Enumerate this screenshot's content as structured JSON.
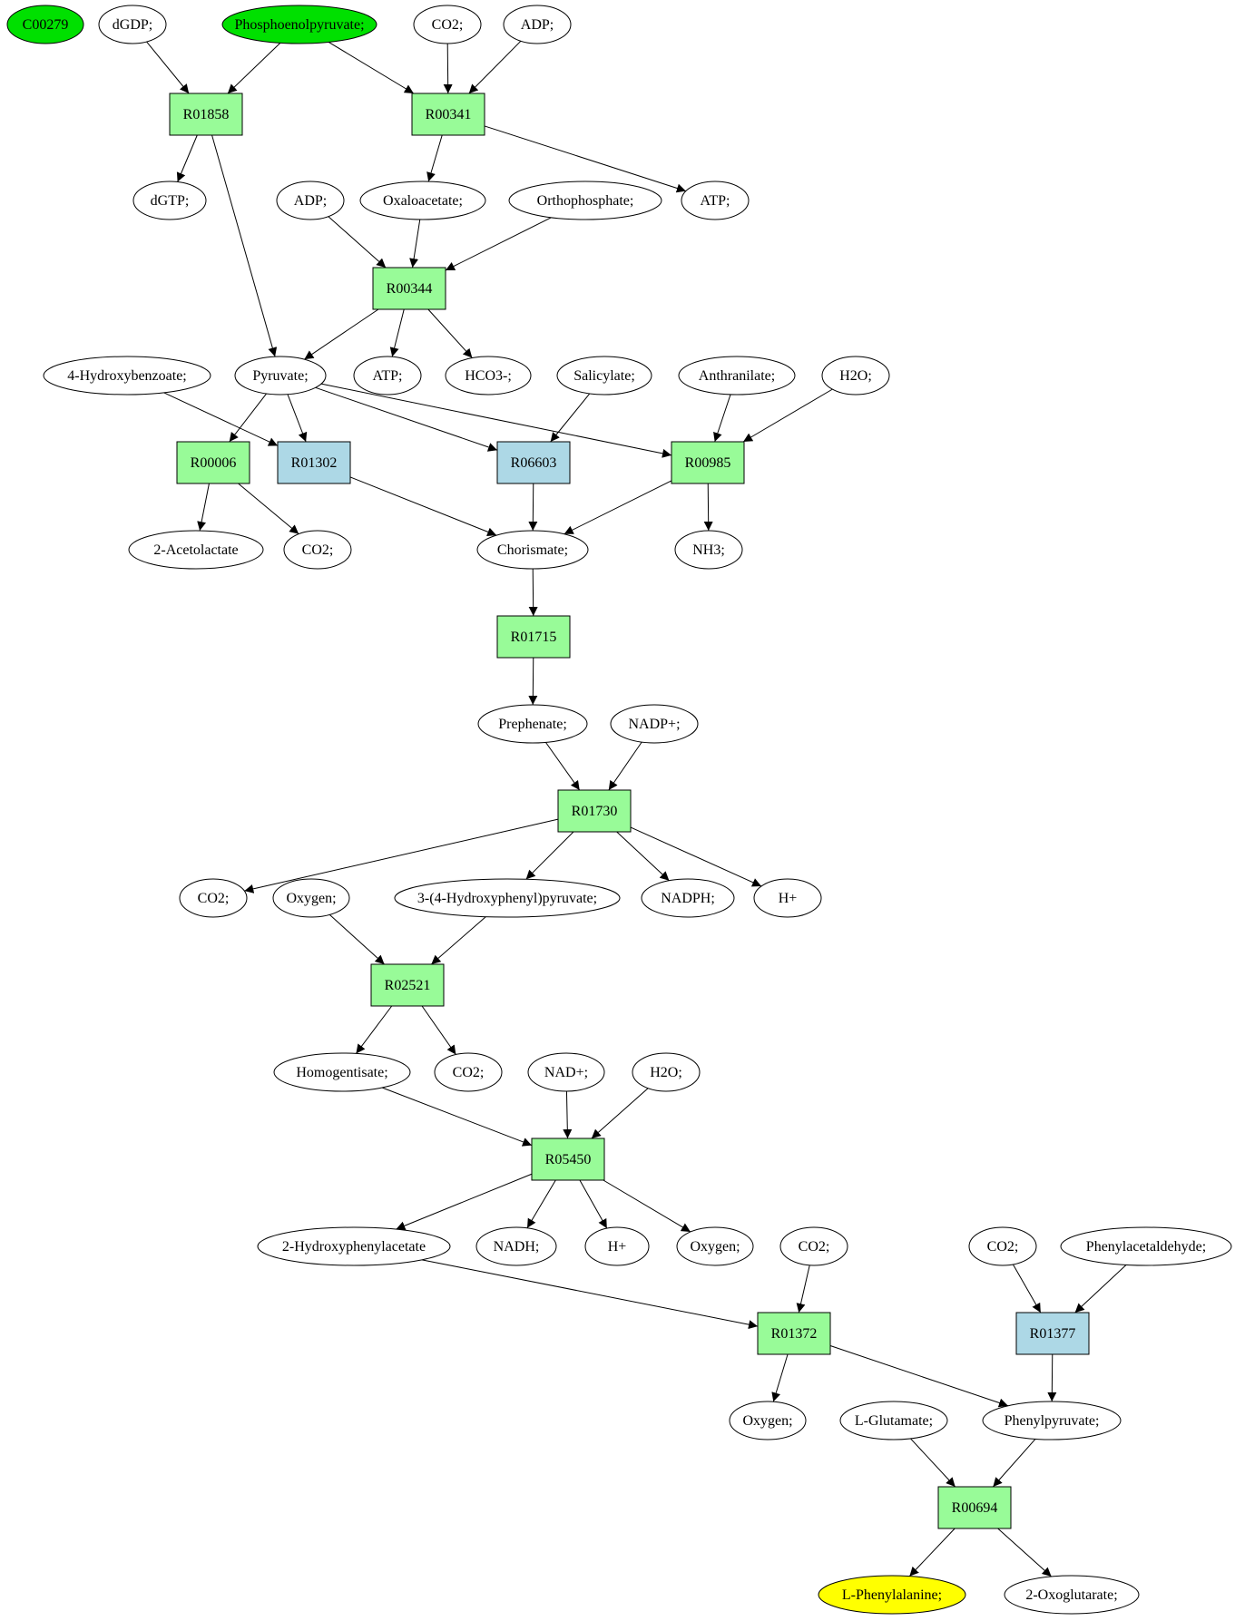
{
  "colors": {
    "metabolite": "#ffffff",
    "source": "#00e000",
    "target": "#ffff00",
    "reaction": "#98fb98",
    "alt_reaction": "#add8e6"
  },
  "nodes": [
    {
      "id": "C00279",
      "label": "C00279",
      "kind": "source"
    },
    {
      "id": "dGDP",
      "label": "dGDP;",
      "kind": "metabolite"
    },
    {
      "id": "PEP",
      "label": "Phosphoenolpyruvate;",
      "kind": "source"
    },
    {
      "id": "CO2a",
      "label": "CO2;",
      "kind": "metabolite"
    },
    {
      "id": "ADPa",
      "label": "ADP;",
      "kind": "metabolite"
    },
    {
      "id": "R01858",
      "label": "R01858",
      "kind": "reaction"
    },
    {
      "id": "R00341",
      "label": "R00341",
      "kind": "reaction"
    },
    {
      "id": "dGTP",
      "label": "dGTP;",
      "kind": "metabolite"
    },
    {
      "id": "ADPb",
      "label": "ADP;",
      "kind": "metabolite"
    },
    {
      "id": "OAA",
      "label": "Oxaloacetate;",
      "kind": "metabolite"
    },
    {
      "id": "Pi",
      "label": "Orthophosphate;",
      "kind": "metabolite"
    },
    {
      "id": "ATPa",
      "label": "ATP;",
      "kind": "metabolite"
    },
    {
      "id": "R00344",
      "label": "R00344",
      "kind": "reaction"
    },
    {
      "id": "HBZ",
      "label": "4-Hydroxybenzoate;",
      "kind": "metabolite"
    },
    {
      "id": "Pyr",
      "label": "Pyruvate;",
      "kind": "metabolite"
    },
    {
      "id": "ATPb",
      "label": "ATP;",
      "kind": "metabolite"
    },
    {
      "id": "HCO3",
      "label": "HCO3-;",
      "kind": "metabolite"
    },
    {
      "id": "Sal",
      "label": "Salicylate;",
      "kind": "metabolite"
    },
    {
      "id": "Anth",
      "label": "Anthranilate;",
      "kind": "metabolite"
    },
    {
      "id": "H2Oa",
      "label": "H2O;",
      "kind": "metabolite"
    },
    {
      "id": "R00006",
      "label": "R00006",
      "kind": "reaction"
    },
    {
      "id": "R01302",
      "label": "R01302",
      "kind": "alt_reaction"
    },
    {
      "id": "R06603",
      "label": "R06603",
      "kind": "alt_reaction"
    },
    {
      "id": "R00985",
      "label": "R00985",
      "kind": "reaction"
    },
    {
      "id": "AcLac",
      "label": "2-Acetolactate",
      "kind": "metabolite"
    },
    {
      "id": "CO2b",
      "label": "CO2;",
      "kind": "metabolite"
    },
    {
      "id": "Chor",
      "label": "Chorismate;",
      "kind": "metabolite"
    },
    {
      "id": "NH3",
      "label": "NH3;",
      "kind": "metabolite"
    },
    {
      "id": "R01715",
      "label": "R01715",
      "kind": "reaction"
    },
    {
      "id": "Preph",
      "label": "Prephenate;",
      "kind": "metabolite"
    },
    {
      "id": "NADPp",
      "label": "NADP+;",
      "kind": "metabolite"
    },
    {
      "id": "R01730",
      "label": "R01730",
      "kind": "reaction"
    },
    {
      "id": "CO2c",
      "label": "CO2;",
      "kind": "metabolite"
    },
    {
      "id": "O2a",
      "label": "Oxygen;",
      "kind": "metabolite"
    },
    {
      "id": "HPP",
      "label": "3-(4-Hydroxyphenyl)pyruvate;",
      "kind": "metabolite"
    },
    {
      "id": "NADPH",
      "label": "NADPH;",
      "kind": "metabolite"
    },
    {
      "id": "Ha",
      "label": "H+",
      "kind": "metabolite"
    },
    {
      "id": "R02521",
      "label": "R02521",
      "kind": "reaction"
    },
    {
      "id": "Homog",
      "label": "Homogentisate;",
      "kind": "metabolite"
    },
    {
      "id": "CO2d",
      "label": "CO2;",
      "kind": "metabolite"
    },
    {
      "id": "NADp",
      "label": "NAD+;",
      "kind": "metabolite"
    },
    {
      "id": "H2Ob",
      "label": "H2O;",
      "kind": "metabolite"
    },
    {
      "id": "R05450",
      "label": "R05450",
      "kind": "reaction"
    },
    {
      "id": "HPA",
      "label": "2-Hydroxyphenylacetate",
      "kind": "metabolite"
    },
    {
      "id": "NADH",
      "label": "NADH;",
      "kind": "metabolite"
    },
    {
      "id": "Hb",
      "label": "H+",
      "kind": "metabolite"
    },
    {
      "id": "O2b",
      "label": "Oxygen;",
      "kind": "metabolite"
    },
    {
      "id": "CO2e",
      "label": "CO2;",
      "kind": "metabolite"
    },
    {
      "id": "CO2f",
      "label": "CO2;",
      "kind": "metabolite"
    },
    {
      "id": "PAld",
      "label": "Phenylacetaldehyde;",
      "kind": "metabolite"
    },
    {
      "id": "R01372",
      "label": "R01372",
      "kind": "reaction"
    },
    {
      "id": "R01377",
      "label": "R01377",
      "kind": "alt_reaction"
    },
    {
      "id": "O2c",
      "label": "Oxygen;",
      "kind": "metabolite"
    },
    {
      "id": "Glu",
      "label": "L-Glutamate;",
      "kind": "metabolite"
    },
    {
      "id": "PhPyr",
      "label": "Phenylpyruvate;",
      "kind": "metabolite"
    },
    {
      "id": "R00694",
      "label": "R00694",
      "kind": "reaction"
    },
    {
      "id": "Phe",
      "label": "L-Phenylalanine;",
      "kind": "target"
    },
    {
      "id": "OxoG",
      "label": "2-Oxoglutarate;",
      "kind": "metabolite"
    }
  ],
  "edges": [
    [
      "dGDP",
      "R01858"
    ],
    [
      "PEP",
      "R01858"
    ],
    [
      "PEP",
      "R00341"
    ],
    [
      "CO2a",
      "R00341"
    ],
    [
      "ADPa",
      "R00341"
    ],
    [
      "R01858",
      "dGTP"
    ],
    [
      "R01858",
      "Pyr"
    ],
    [
      "R00341",
      "OAA"
    ],
    [
      "R00341",
      "ATPa"
    ],
    [
      "ADPb",
      "R00344"
    ],
    [
      "OAA",
      "R00344"
    ],
    [
      "Pi",
      "R00344"
    ],
    [
      "R00344",
      "Pyr"
    ],
    [
      "R00344",
      "ATPb"
    ],
    [
      "R00344",
      "HCO3"
    ],
    [
      "Pyr",
      "R00006"
    ],
    [
      "Pyr",
      "R01302"
    ],
    [
      "HBZ",
      "R01302"
    ],
    [
      "Pyr",
      "R06603"
    ],
    [
      "Sal",
      "R06603"
    ],
    [
      "Pyr",
      "R00985"
    ],
    [
      "Anth",
      "R00985"
    ],
    [
      "H2Oa",
      "R00985"
    ],
    [
      "R00006",
      "AcLac"
    ],
    [
      "R00006",
      "CO2b"
    ],
    [
      "R01302",
      "Chor"
    ],
    [
      "R06603",
      "Chor"
    ],
    [
      "R00985",
      "Chor"
    ],
    [
      "R00985",
      "NH3"
    ],
    [
      "Chor",
      "R01715"
    ],
    [
      "R01715",
      "Preph"
    ],
    [
      "Preph",
      "R01730"
    ],
    [
      "NADPp",
      "R01730"
    ],
    [
      "R01730",
      "CO2c"
    ],
    [
      "R01730",
      "HPP"
    ],
    [
      "R01730",
      "NADPH"
    ],
    [
      "R01730",
      "Ha"
    ],
    [
      "O2a",
      "R02521"
    ],
    [
      "HPP",
      "R02521"
    ],
    [
      "R02521",
      "Homog"
    ],
    [
      "R02521",
      "CO2d"
    ],
    [
      "Homog",
      "R05450"
    ],
    [
      "NADp",
      "R05450"
    ],
    [
      "H2Ob",
      "R05450"
    ],
    [
      "R05450",
      "HPA"
    ],
    [
      "R05450",
      "NADH"
    ],
    [
      "R05450",
      "Hb"
    ],
    [
      "R05450",
      "O2b"
    ],
    [
      "HPA",
      "R01372"
    ],
    [
      "CO2e",
      "R01372"
    ],
    [
      "R01372",
      "O2c"
    ],
    [
      "R01372",
      "PhPyr"
    ],
    [
      "CO2f",
      "R01377"
    ],
    [
      "PAld",
      "R01377"
    ],
    [
      "R01377",
      "PhPyr"
    ],
    [
      "Glu",
      "R00694"
    ],
    [
      "PhPyr",
      "R00694"
    ],
    [
      "R00694",
      "Phe"
    ],
    [
      "R00694",
      "OxoG"
    ]
  ]
}
